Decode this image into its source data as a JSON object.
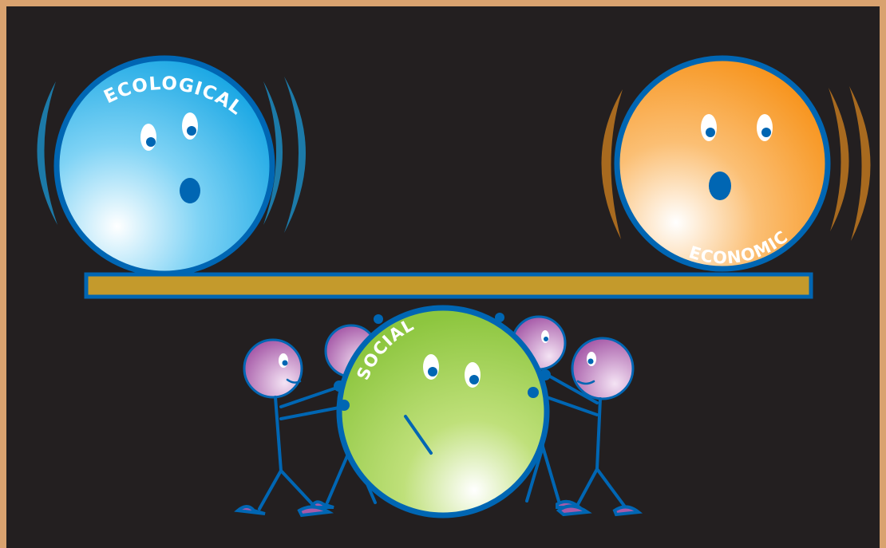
{
  "labels": {
    "ecological": "ECOLOGICAL",
    "economic": "ECONOMIC",
    "social": "SOCIAL"
  },
  "colors": {
    "frame": "#d9a26f",
    "background": "#231f20",
    "ecological": "#1fb0ea",
    "economic": "#f7941d",
    "social": "#8dc63f",
    "outline": "#0066b3",
    "beam": "#c49a2c",
    "helpers": "#b06ab3"
  }
}
